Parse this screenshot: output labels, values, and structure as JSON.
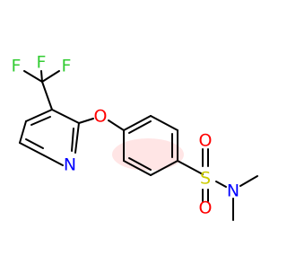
{
  "molecule": {
    "atom_labels": {
      "fluorine_top": "F",
      "fluorine_left": "F",
      "fluorine_right": "F",
      "ether_oxygen": "O",
      "pyridine_nitrogen": "N",
      "sulfur": "S",
      "sulfonyl_oxygen_top": "O",
      "sulfonyl_oxygen_bottom": "O",
      "amide_nitrogen": "N"
    },
    "colors": {
      "bond": "#000000",
      "fluorine": "#33cc33",
      "oxygen": "#ff0000",
      "nitrogen": "#0000ff",
      "sulfur": "#cccc00",
      "aromatic_highlight": "#ff0000"
    }
  }
}
